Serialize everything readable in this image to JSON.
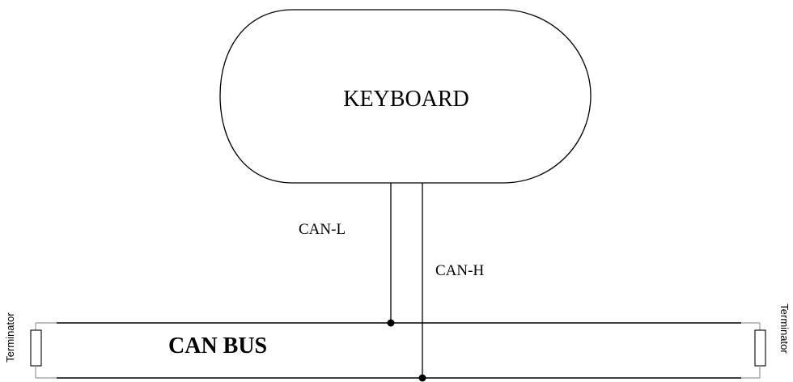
{
  "keyboard": {
    "label": "KEYBOARD"
  },
  "wires": {
    "can_l_label": "CAN-L",
    "can_h_label": "CAN-H"
  },
  "bus": {
    "label": "CAN BUS"
  },
  "terminators": {
    "left_label": "Terminator",
    "right_label": "Terminator"
  }
}
